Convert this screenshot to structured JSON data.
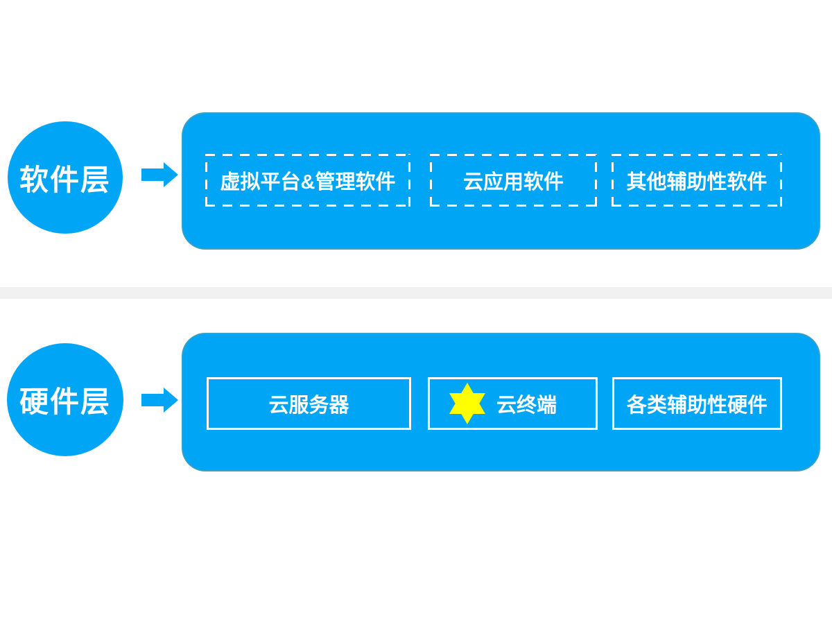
{
  "colors": {
    "primary_blue": "#00A5F5",
    "star_yellow": "#FFFF00",
    "divider_gray": "#F1F1F1",
    "text_white": "#FFFFFF"
  },
  "layers": [
    {
      "name": "软件层",
      "items": [
        {
          "label": "虚拟平台&管理软件",
          "border": "dashed"
        },
        {
          "label": "云应用软件",
          "border": "dashed"
        },
        {
          "label": "其他辅助性软件",
          "border": "dashed"
        }
      ]
    },
    {
      "name": "硬件层",
      "items": [
        {
          "label": "云服务器",
          "border": "solid"
        },
        {
          "label": "云终端",
          "border": "solid",
          "icon": "six-pointed-star"
        },
        {
          "label": "各类辅助性硬件",
          "border": "solid"
        }
      ]
    }
  ]
}
